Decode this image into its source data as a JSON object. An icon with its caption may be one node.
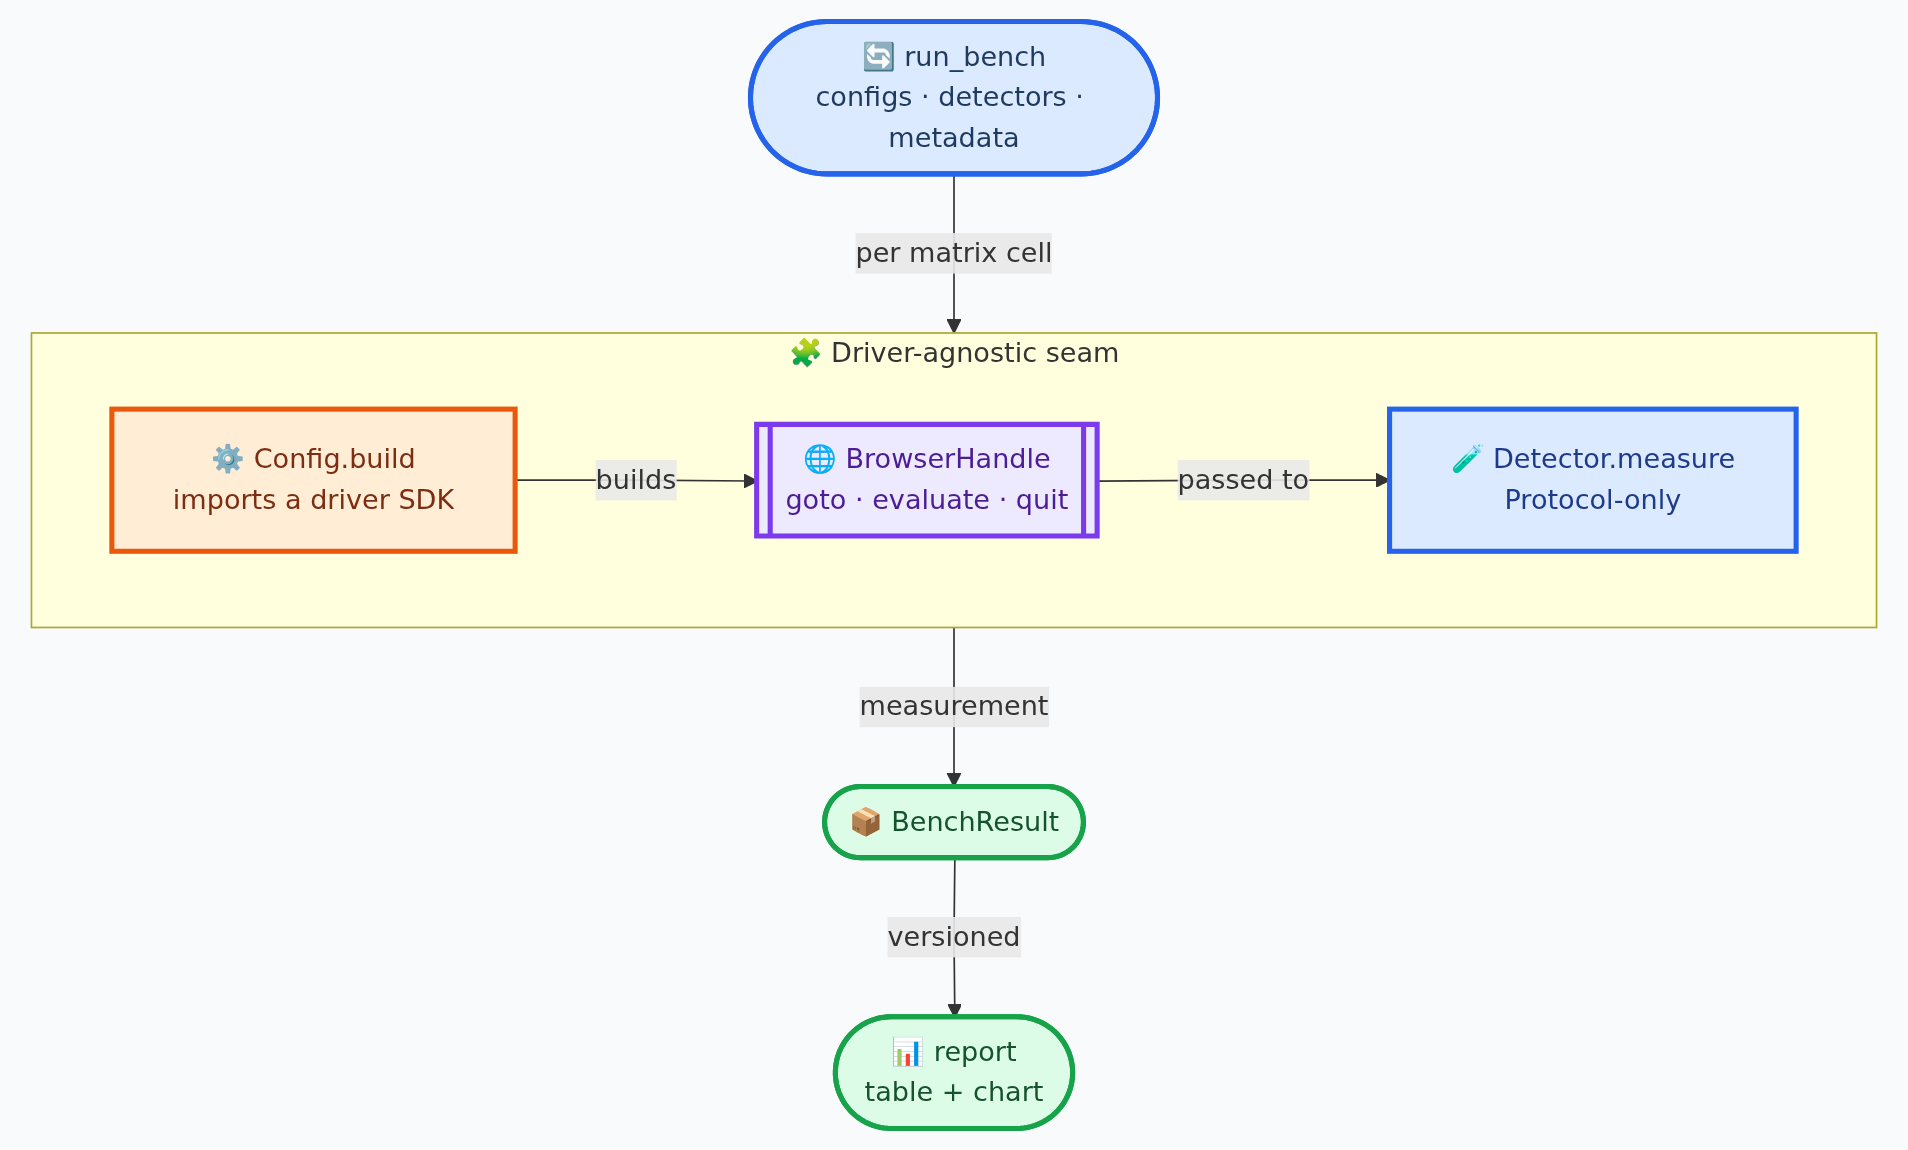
{
  "diagram": {
    "nodes": [
      {
        "text": [
          "🔄 run_bench",
          "configs · detectors · metadata"
        ]
      },
      {
        "text": [
          "🧩 Driver-agnostic seam"
        ]
      },
      {
        "text": [
          "⚙️ Config.build",
          "imports a driver SDK"
        ],
        "in": 1
      },
      {
        "text": [
          "🌐 BrowserHandle",
          "goto · evaluate · quit"
        ],
        "in": 1
      },
      {
        "text": [
          "🧪 Detector.measure",
          "Protocol-only"
        ],
        "in": 1
      },
      {
        "text": [
          "📦 BenchResult"
        ]
      },
      {
        "text": [
          "📊 report",
          "table + chart"
        ]
      }
    ],
    "edges": [
      {
        "from": 0,
        "to": 1,
        "arrow": "to",
        "label": "per matrix cell"
      },
      {
        "from": 2,
        "to": 3,
        "arrow": "to",
        "label": "builds"
      },
      {
        "from": 3,
        "to": 4,
        "arrow": "to",
        "label": "passed to"
      },
      {
        "from": 1,
        "to": 5,
        "arrow": "to",
        "label": "measurement"
      },
      {
        "from": 5,
        "to": 6,
        "arrow": "to",
        "label": "versioned"
      }
    ]
  }
}
